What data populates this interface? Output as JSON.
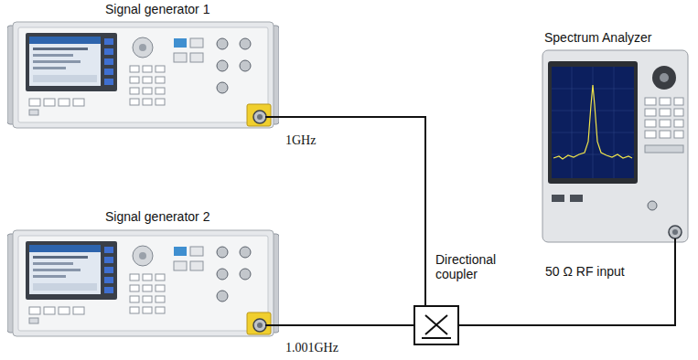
{
  "diagram": {
    "nodes": [
      {
        "text": [
          "Signal generator 1",
          "1GHz"
        ]
      },
      {
        "text": [
          "Signal generator 2",
          "1.001GHz"
        ]
      },
      {
        "text": [
          "Directional coupler"
        ]
      },
      {
        "text": [
          "Spectrum Analyzer",
          "50 Ω RF input"
        ]
      }
    ],
    "edges": [
      {
        "from": 0,
        "to": 2,
        "arrow": "none"
      },
      {
        "from": 1,
        "to": 2,
        "arrow": "none"
      },
      {
        "from": 2,
        "to": 3,
        "arrow": "none"
      }
    ]
  }
}
